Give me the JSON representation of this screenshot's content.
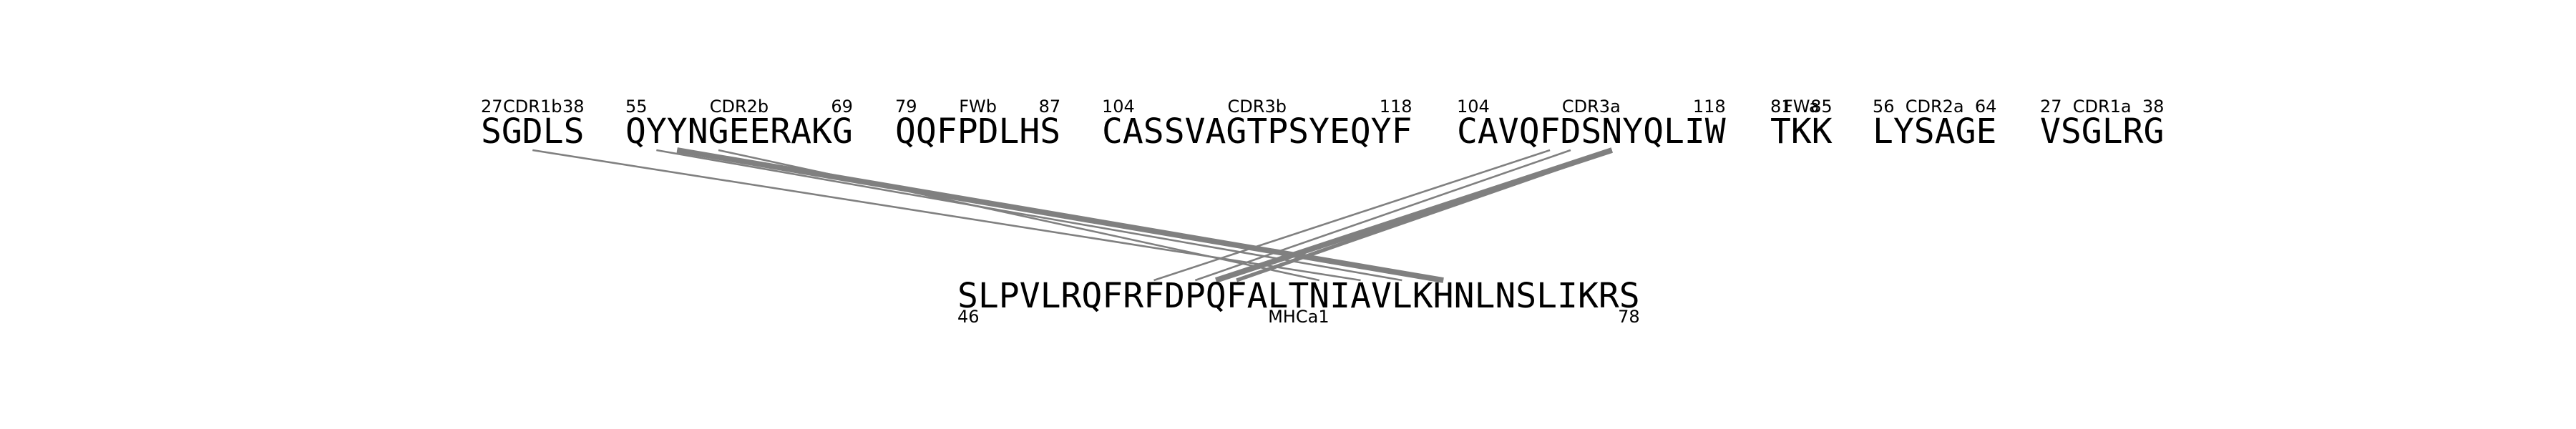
{
  "tcr_segments": [
    {
      "sequence": "SGDLS",
      "start": "27",
      "region": "CDR1b",
      "end": "38"
    },
    {
      "sequence": "QYYNGEERAKG",
      "start": "55",
      "region": "CDR2b",
      "end": "69"
    },
    {
      "sequence": "QQFPDLHS",
      "start": "79",
      "region": "FWb",
      "end": "87"
    },
    {
      "sequence": "CASSVAGTPSYEQYF",
      "start": "104",
      "region": "CDR3b",
      "end": "118"
    },
    {
      "sequence": "CAVQFDSNYQLIW",
      "start": "104",
      "region": "CDR3a",
      "end": "118"
    },
    {
      "sequence": "TKK",
      "start": "81",
      "region": "FWa",
      "end": "85"
    },
    {
      "sequence": "LYSAGE",
      "start": "56",
      "region": "CDR2a",
      "end": "64"
    },
    {
      "sequence": "VSGLRG",
      "start": "27",
      "region": "CDR1a",
      "end": "38"
    }
  ],
  "mhc_segment": {
    "sequence": "SLPVLRQFRFDPQFALTNIAVLKHNLNSLIKRS",
    "start": "46",
    "region": "MHCa1",
    "end": "78"
  },
  "contacts": [
    {
      "tcr_segment": 0,
      "tcr_residue": 2,
      "mhc_residue": 19,
      "weight": 1
    },
    {
      "tcr_segment": 1,
      "tcr_residue": 1,
      "mhc_residue": 21,
      "weight": 1
    },
    {
      "tcr_segment": 1,
      "tcr_residue": 2,
      "mhc_residue": 23,
      "weight": 3
    },
    {
      "tcr_segment": 1,
      "tcr_residue": 2,
      "mhc_residue": 23,
      "weight": 2
    },
    {
      "tcr_segment": 1,
      "tcr_residue": 4,
      "mhc_residue": 17,
      "weight": 1
    },
    {
      "tcr_segment": 4,
      "tcr_residue": 4,
      "mhc_residue": 9,
      "weight": 1
    },
    {
      "tcr_segment": 4,
      "tcr_residue": 5,
      "mhc_residue": 11,
      "weight": 1
    },
    {
      "tcr_segment": 4,
      "tcr_residue": 7,
      "mhc_residue": 12,
      "weight": 3
    },
    {
      "tcr_segment": 4,
      "tcr_residue": 7,
      "mhc_residue": 13,
      "weight": 2
    }
  ],
  "colors": {
    "text": "#000000",
    "link": "#808080",
    "background": "#ffffff"
  }
}
